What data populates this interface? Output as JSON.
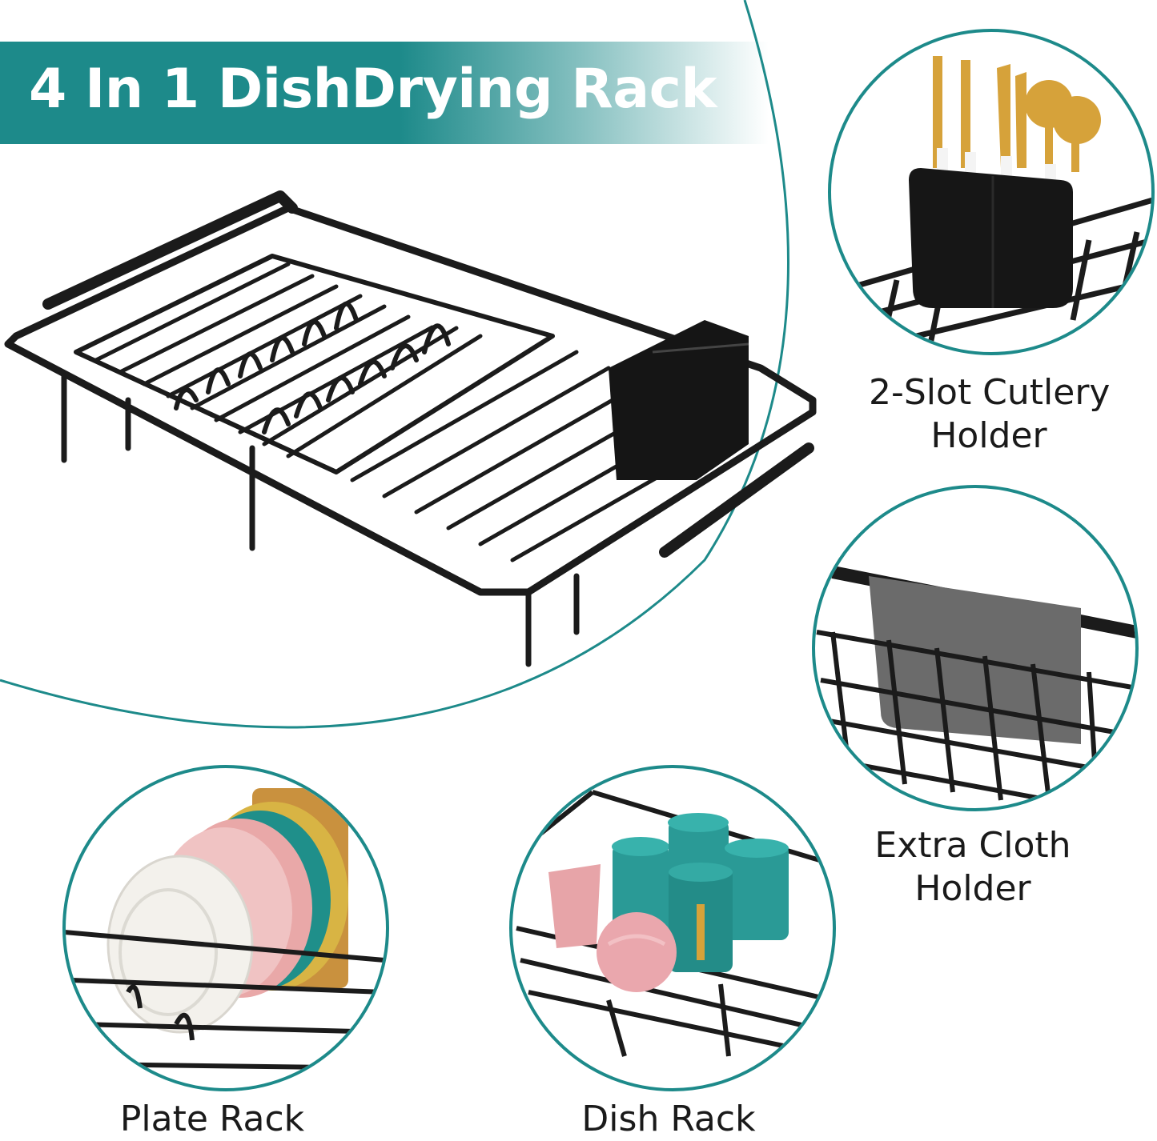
{
  "banner": {
    "title": "4 In 1 DishDrying Rack"
  },
  "features": [
    {
      "line1": "2-Slot Cutlery",
      "line2": "Holder"
    },
    {
      "line1": "Extra Cloth",
      "line2": "Holder"
    },
    {
      "line1": "Plate Rack"
    },
    {
      "line1": "Dish Rack"
    }
  ],
  "colors": {
    "accent": "#1d8a8a",
    "rack": "#1b1b1b",
    "cutlery_gold": "#d6a23a",
    "plate_pink": "#e9a8a8",
    "plate_teal": "#1f8f8a",
    "cup_teal": "#2a9a96",
    "cloth_gray": "#6b6b6b"
  }
}
